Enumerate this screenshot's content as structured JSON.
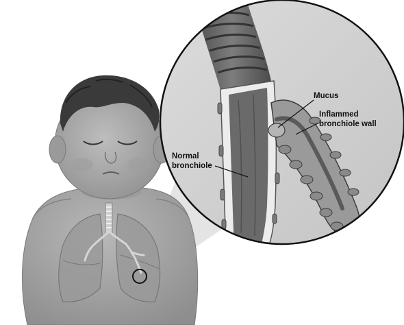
{
  "labels": {
    "mucus": "Mucus",
    "inflamed_line1": "Inflammed",
    "inflamed_line2": "bronchiole wall",
    "normal_line1": "Normal",
    "normal_line2": "bronchiole"
  },
  "palette": {
    "skin": "#a9a9a9",
    "skin_shadow": "#8c8c8c",
    "hair": "#3a3a3a",
    "inset_bg": "#d2d2d2",
    "airway": "#6e6e6e",
    "airway_inner": "#8a8a8a",
    "outline": "#1a1a1a"
  }
}
